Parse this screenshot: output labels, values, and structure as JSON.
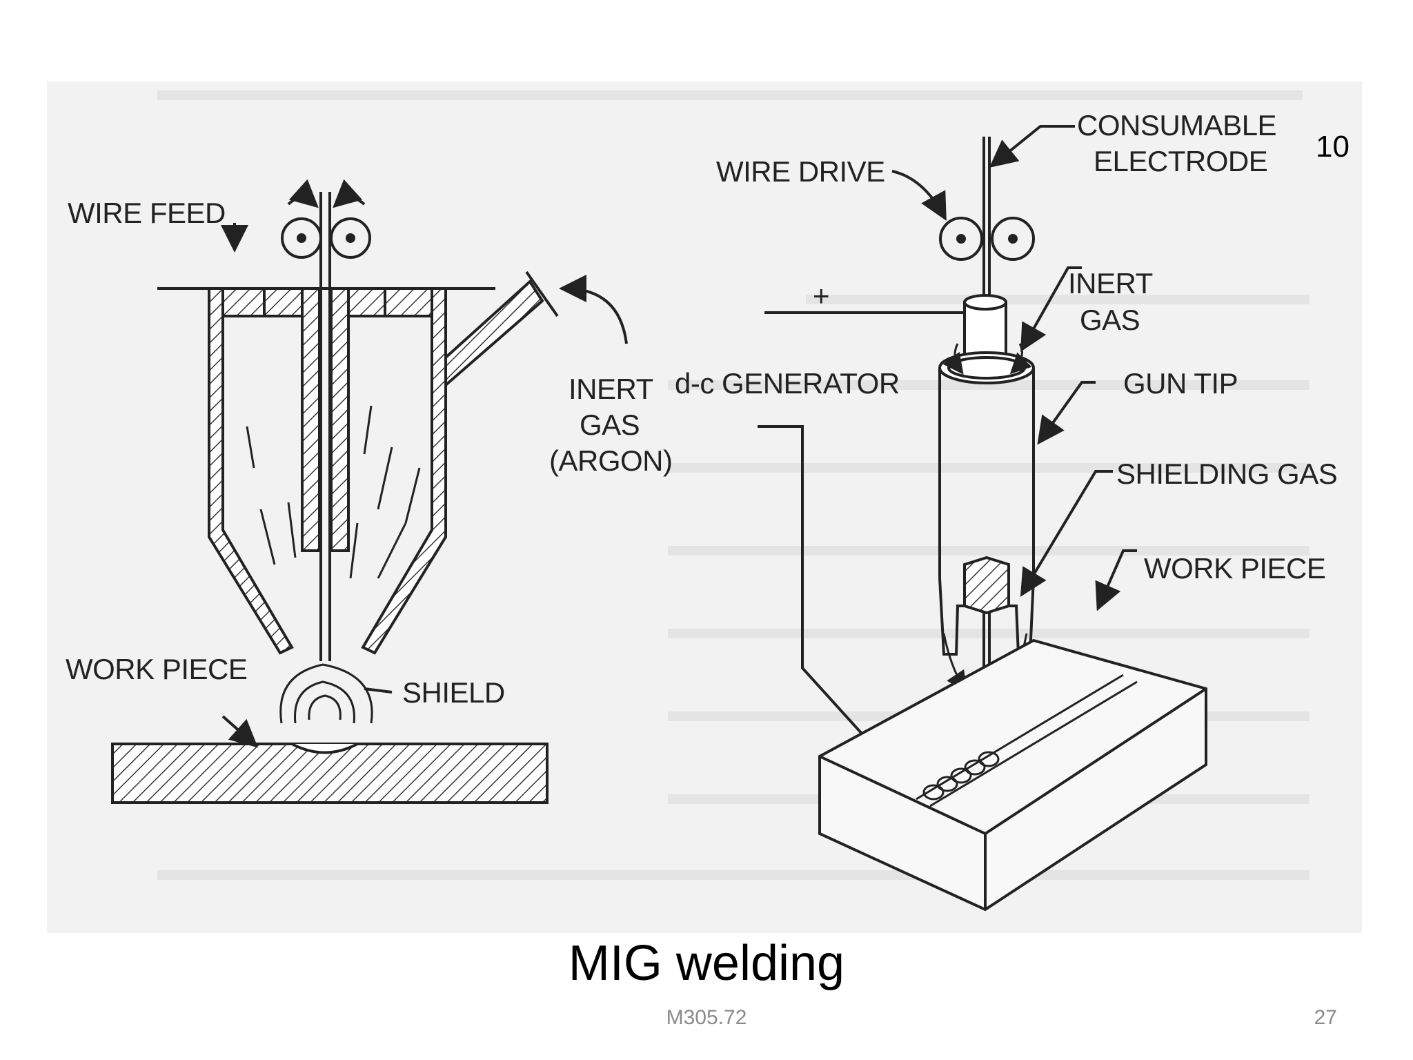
{
  "diagram": {
    "figure_number": "10",
    "left": {
      "wire_feed": "WIRE  FEED",
      "inert_gas_line1": "INERT",
      "inert_gas_line2": "GAS",
      "inert_gas_line3": "(ARGON)",
      "work_piece": "WORK PIECE",
      "shield": "SHIELD"
    },
    "right": {
      "consumable_line1": "CONSUMABLE",
      "consumable_line2": "ELECTRODE",
      "wire_drive": "WIRE DRIVE",
      "inert_gas_line1": "INERT",
      "inert_gas_line2": "GAS",
      "plus": "+",
      "dc_generator": "d-c GENERATOR",
      "gun_tip": "GUN TIP",
      "shielding_gas": "SHIELDING GAS",
      "work_piece": "WORK PIECE"
    }
  },
  "slide": {
    "caption": "MIG welding",
    "footer_code": "M305.72",
    "page_number": "27"
  }
}
